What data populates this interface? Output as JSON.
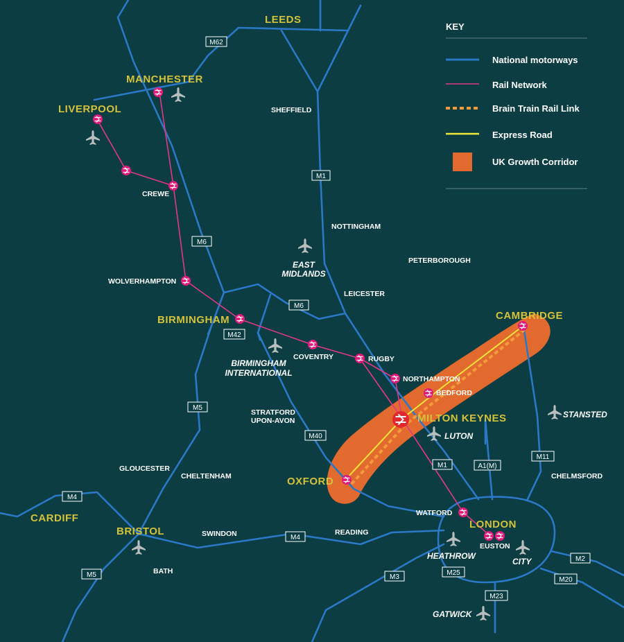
{
  "colors": {
    "background": "#0b3d42",
    "motorway": "#2a78c6",
    "rail": "#e0388a",
    "brain_train": "#f39b3a",
    "express_road": "#f3e53a",
    "growth_corridor": "#e36a2e",
    "major_city_text": "#d4c23a",
    "station_marker": "#e0197d",
    "airport_icon": "#b8bdbd"
  },
  "key": {
    "title": "KEY",
    "items": [
      {
        "label": "National motorways",
        "swatch": "motorway"
      },
      {
        "label": "Rail Network",
        "swatch": "rail"
      },
      {
        "label": "Brain Train Rail Link",
        "swatch": "brain_train"
      },
      {
        "label": "Express Road",
        "swatch": "express_road"
      },
      {
        "label": "UK Growth Corridor",
        "swatch": "growth_corridor"
      }
    ]
  },
  "cities": {
    "leeds": "LEEDS",
    "manchester": "MANCHESTER",
    "liverpool": "LIVERPOOL",
    "birmingham": "BIRMINGHAM",
    "cambridge": "CAMBRIDGE",
    "milton_keynes": "MILTON KEYNES",
    "oxford": "OXFORD",
    "london": "LONDON",
    "bristol": "BRISTOL",
    "cardiff": "CARDIFF"
  },
  "towns": {
    "sheffield": "SHEFFIELD",
    "crewe": "CREWE",
    "nottingham": "NOTTINGHAM",
    "peterborough": "PETERBOROUGH",
    "wolverhampton": "WOLVERHAMPTON",
    "leicester": "LEICESTER",
    "coventry": "COVENTRY",
    "rugby": "RUGBY",
    "northampton": "NORTHAMPTON",
    "bedford": "BEDFORD",
    "stratford_1": "STRATFORD",
    "stratford_2": "UPON-AVON",
    "gloucester": "GLOUCESTER",
    "cheltenham": "CHELTENHAM",
    "chelmsford": "CHELMSFORD",
    "watford": "WATFORD",
    "swindon": "SWINDON",
    "reading": "READING",
    "euston": "EUSTON",
    "bath": "BATH"
  },
  "airports": {
    "east_midlands_1": "EAST",
    "east_midlands_2": "MIDLANDS",
    "birmingham_intl_1": "BIRMINGHAM",
    "birmingham_intl_2": "INTERNATIONAL",
    "stansted": "STANSTED",
    "luton": "LUTON",
    "heathrow": "HEATHROW",
    "city": "CITY",
    "gatwick": "GATWICK"
  },
  "motorways": {
    "m62": "M62",
    "m1_north": "M1",
    "m6_west": "M6",
    "m6_east": "M6",
    "m42": "M42",
    "m5": "M5",
    "m40": "M40",
    "m1_south": "M1",
    "a1m": "A1(M)",
    "m11": "M11",
    "m4_west": "M4",
    "m4_east": "M4",
    "m5_south": "M5",
    "m3": "M3",
    "m25": "M25",
    "m23": "M23",
    "m2": "M2",
    "m20": "M20"
  }
}
